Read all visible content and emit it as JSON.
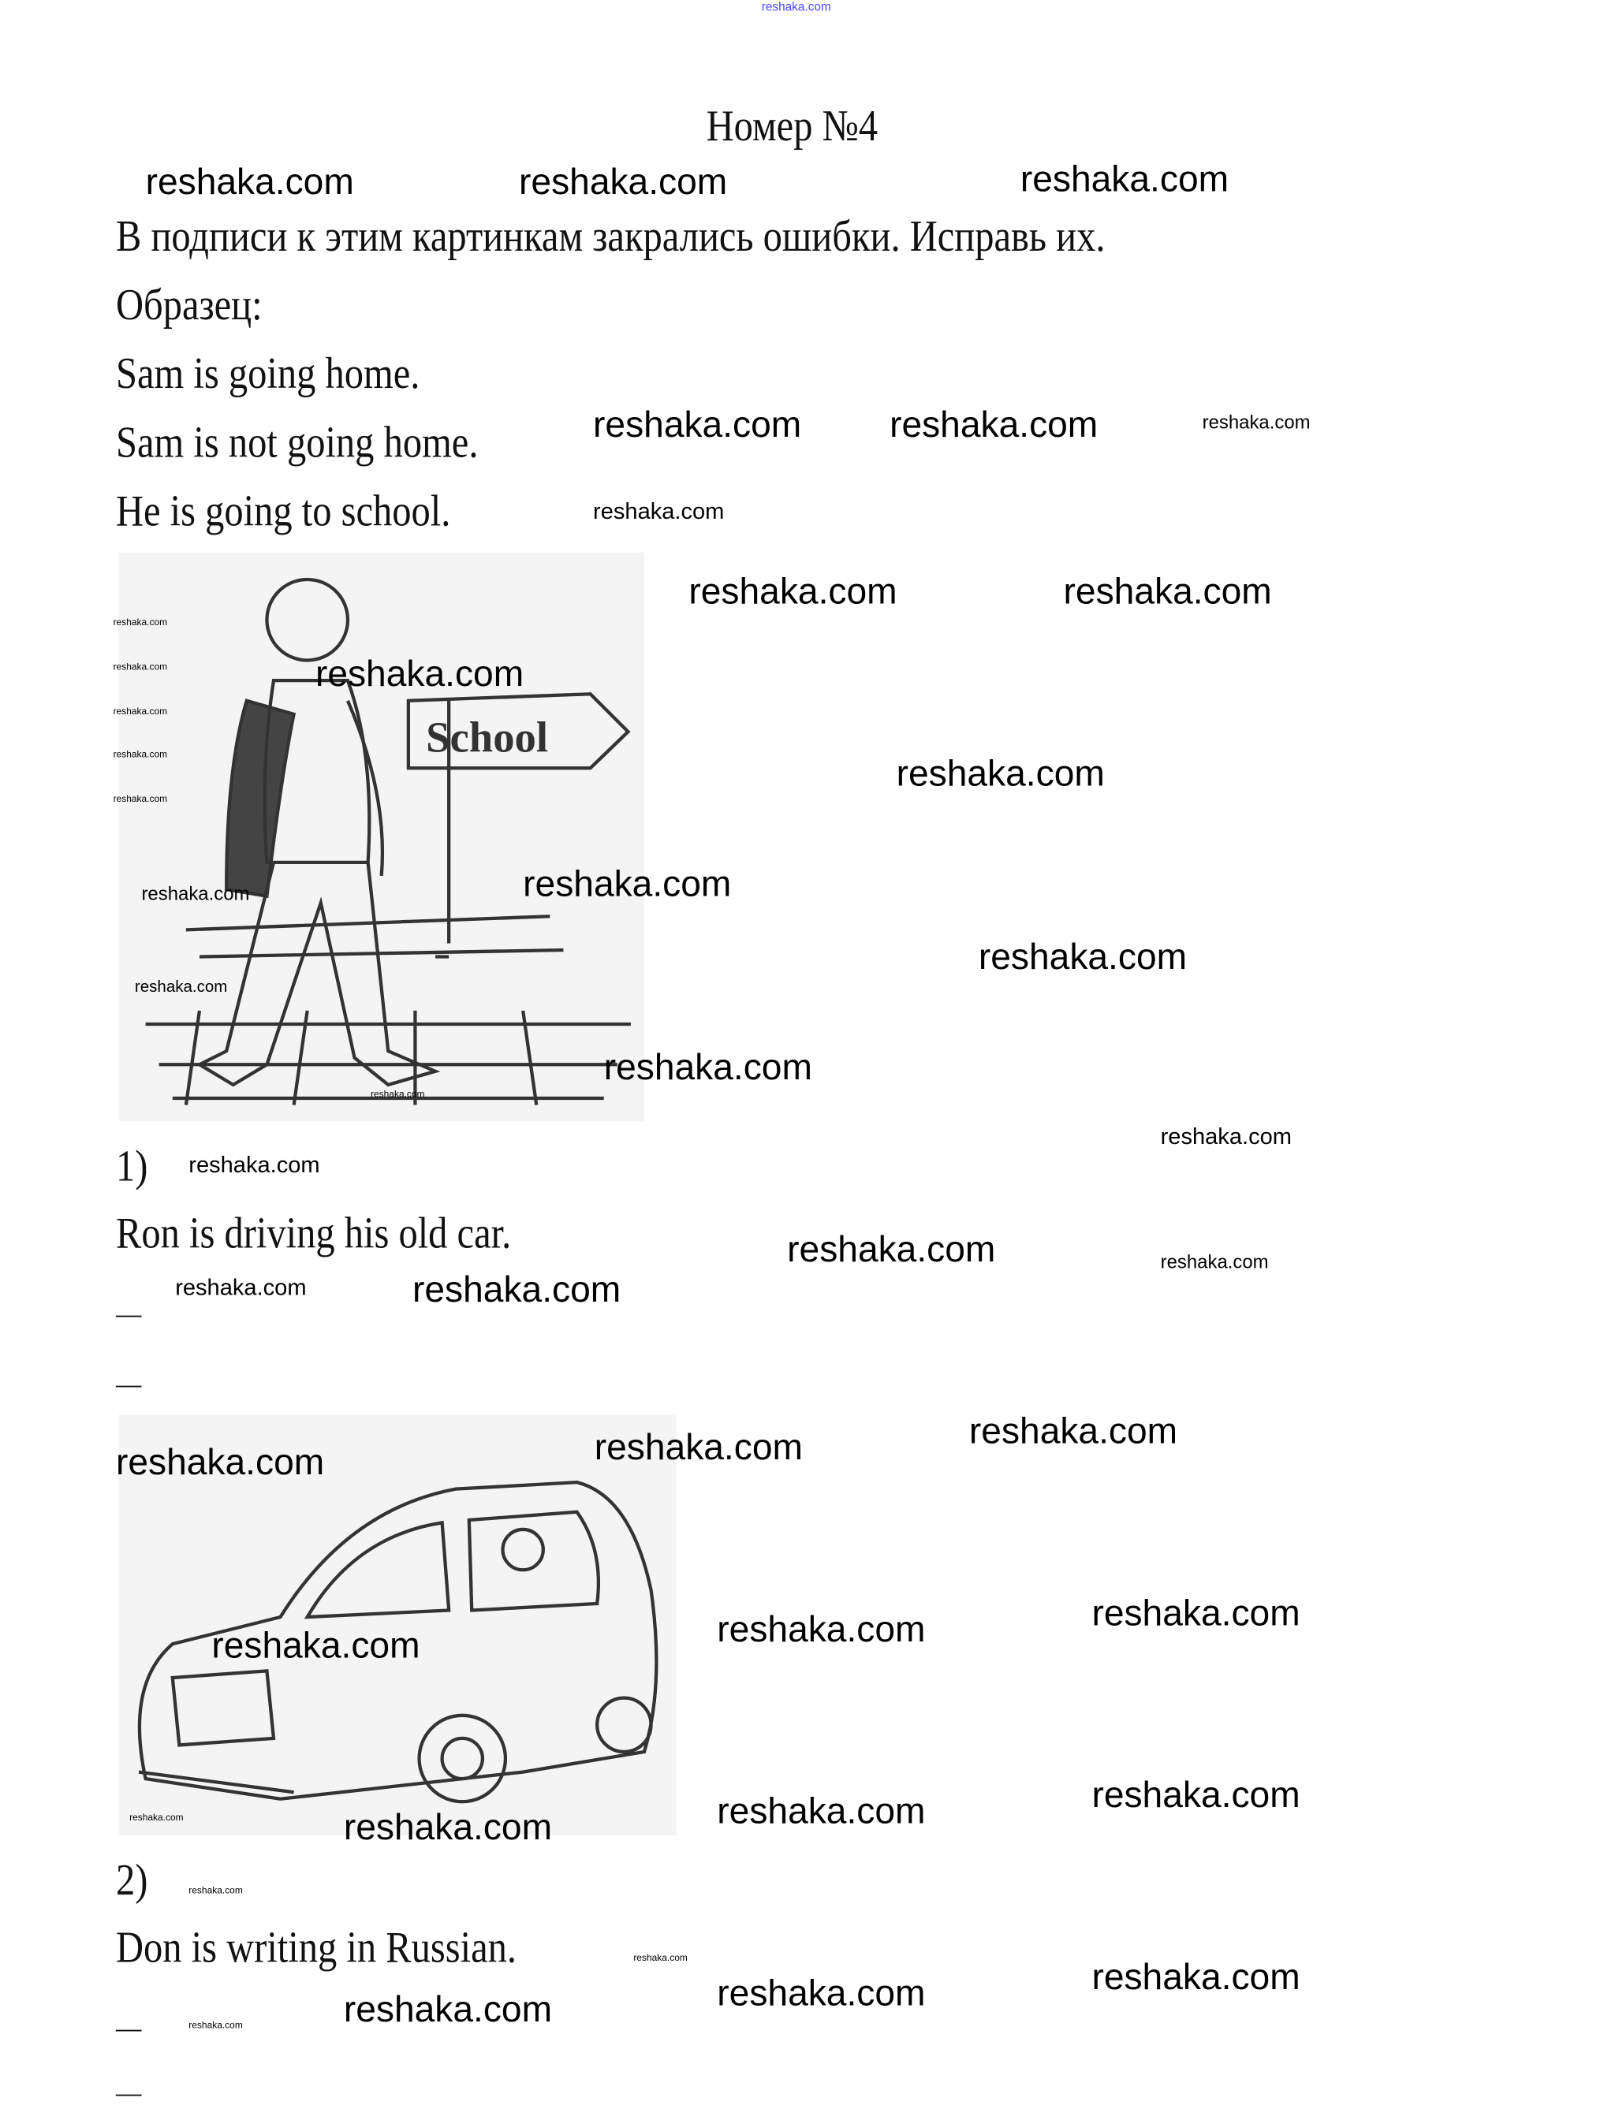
{
  "header_watermark": "reshaka.com",
  "title": "Номер №4",
  "instruction": "В подписи к этим картинкам закрались ошибки. Исправь их.",
  "sample_label": "Образец:",
  "sample_lines": [
    "Sam is going home.",
    "Sam is not going home.",
    "He is going to school."
  ],
  "items": [
    {
      "number": "1)",
      "sentence": "Ron is driving his old car.",
      "answer_lines": [
        "—",
        "—"
      ]
    },
    {
      "number": "2)",
      "sentence": "Don is writing in Russian.",
      "answer_lines": [
        "—",
        "—"
      ]
    }
  ],
  "sign_text": "School",
  "watermark": "reshaka.com"
}
